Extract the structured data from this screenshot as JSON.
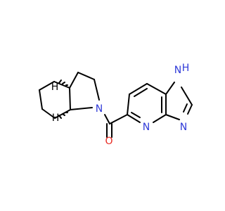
{
  "molecule": {
    "atom_labels": {
      "pyrrolidine_n": "N",
      "carbonyl_o": "O",
      "pyridine_n": "N",
      "imidazole_n3": "N",
      "imidazole_n1": "N",
      "imidazole_nh_h": "H",
      "stereo_h_top": "H",
      "stereo_h_bottom": "H"
    }
  },
  "colors": {
    "carbon": "#000000",
    "nitrogen": "#2f3ad8",
    "oxygen": "#e8281f",
    "background": "#ffffff"
  }
}
